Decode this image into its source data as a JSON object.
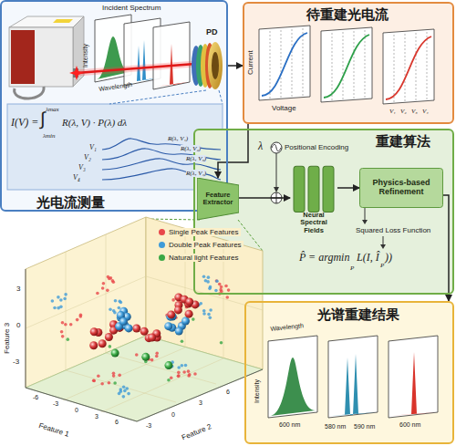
{
  "diagram": {
    "nodes": [
      {
        "text": [
          "光电流测量"
        ]
      },
      {
        "text": [
          "待重建光电流"
        ]
      },
      {
        "text": [
          "重建算法"
        ]
      },
      {
        "text": [
          "Feature Extractor"
        ],
        "in": 2
      },
      {
        "text": [
          "Neural Spectral Fields"
        ],
        "in": 2
      },
      {
        "text": [
          "Physics-based Refinement"
        ],
        "in": 2
      },
      {
        "text": [
          "光谱重建结果"
        ]
      }
    ],
    "edges": [
      {
        "from": 0,
        "to": 1,
        "arrow": "to"
      },
      {
        "from": 1,
        "to": 3,
        "arrow": "to"
      },
      {
        "from": 3,
        "to": 4,
        "arrow": "to"
      },
      {
        "from": 4,
        "to": 5,
        "arrow": "to"
      },
      {
        "from": 5,
        "to": 6,
        "arrow": "to"
      }
    ],
    "labels": [
      "Incident Spectrum",
      "Intensity",
      "Wavelength",
      "PD",
      "I(V) =",
      "∫",
      "λmax",
      "λmin",
      "R(λ, V) · P(λ) dλ",
      "R(λ, V₁)",
      "R(λ, V₂)",
      "R(λ, V₃)",
      "R(λ, V₄)",
      "V₁",
      "V₂",
      "V₃",
      "V₄",
      "Current",
      "Voltage",
      "V₁",
      "V₂",
      "V₃",
      "V₄",
      "λ",
      "Positional Encoding",
      "Squared Loss Function",
      "P̂ = argmin",
      "P",
      "L(I, Î",
      "P",
      "))",
      "Feature 1",
      "Feature 2",
      "Feature 3",
      "3",
      "0",
      "-3",
      "-6",
      "-3",
      "0",
      "3",
      "6",
      "-3",
      "0",
      "3",
      "6",
      "Wavelength",
      "Intensity",
      "600 nm",
      "580 nm",
      "590 nm",
      "600 nm"
    ],
    "legend": [
      {
        "text": "Single Peak Features",
        "color": "#e8474a"
      },
      {
        "text": "Double Peak Features",
        "color": "#3f9bd8"
      },
      {
        "text": "Natural light Features",
        "color": "#3aa845"
      }
    ]
  }
}
